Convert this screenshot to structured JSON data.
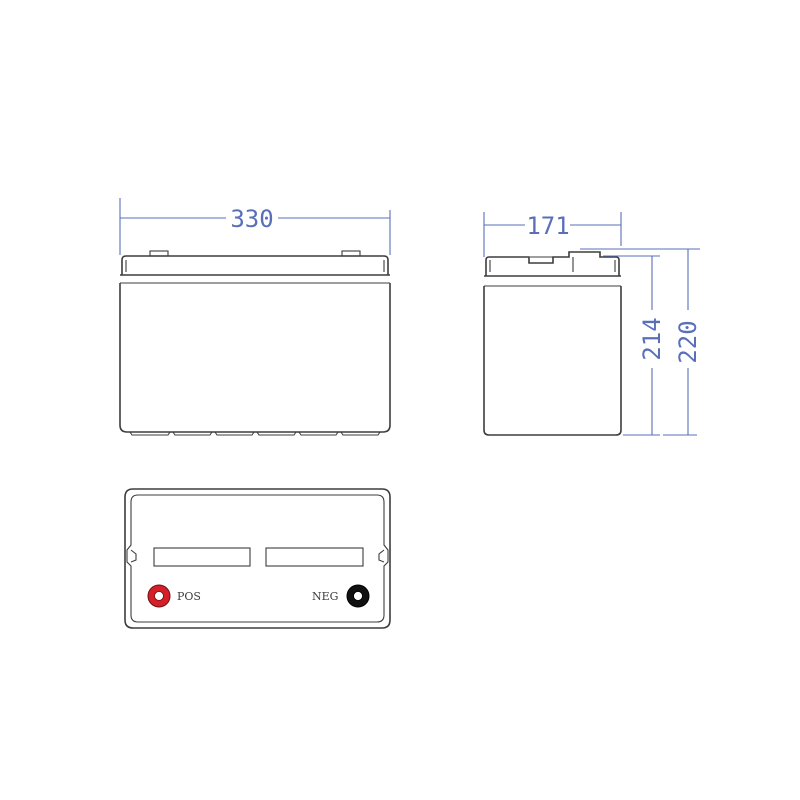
{
  "dimensions": {
    "length": "330",
    "width": "171",
    "height_case": "214",
    "height_total": "220"
  },
  "terminals": {
    "positive_label": "POS",
    "negative_label": "NEG"
  },
  "colors": {
    "dimension": "#5a6fb8",
    "outline": "#3d3d3d",
    "positive_terminal": "#d62027",
    "negative_terminal": "#111111"
  }
}
